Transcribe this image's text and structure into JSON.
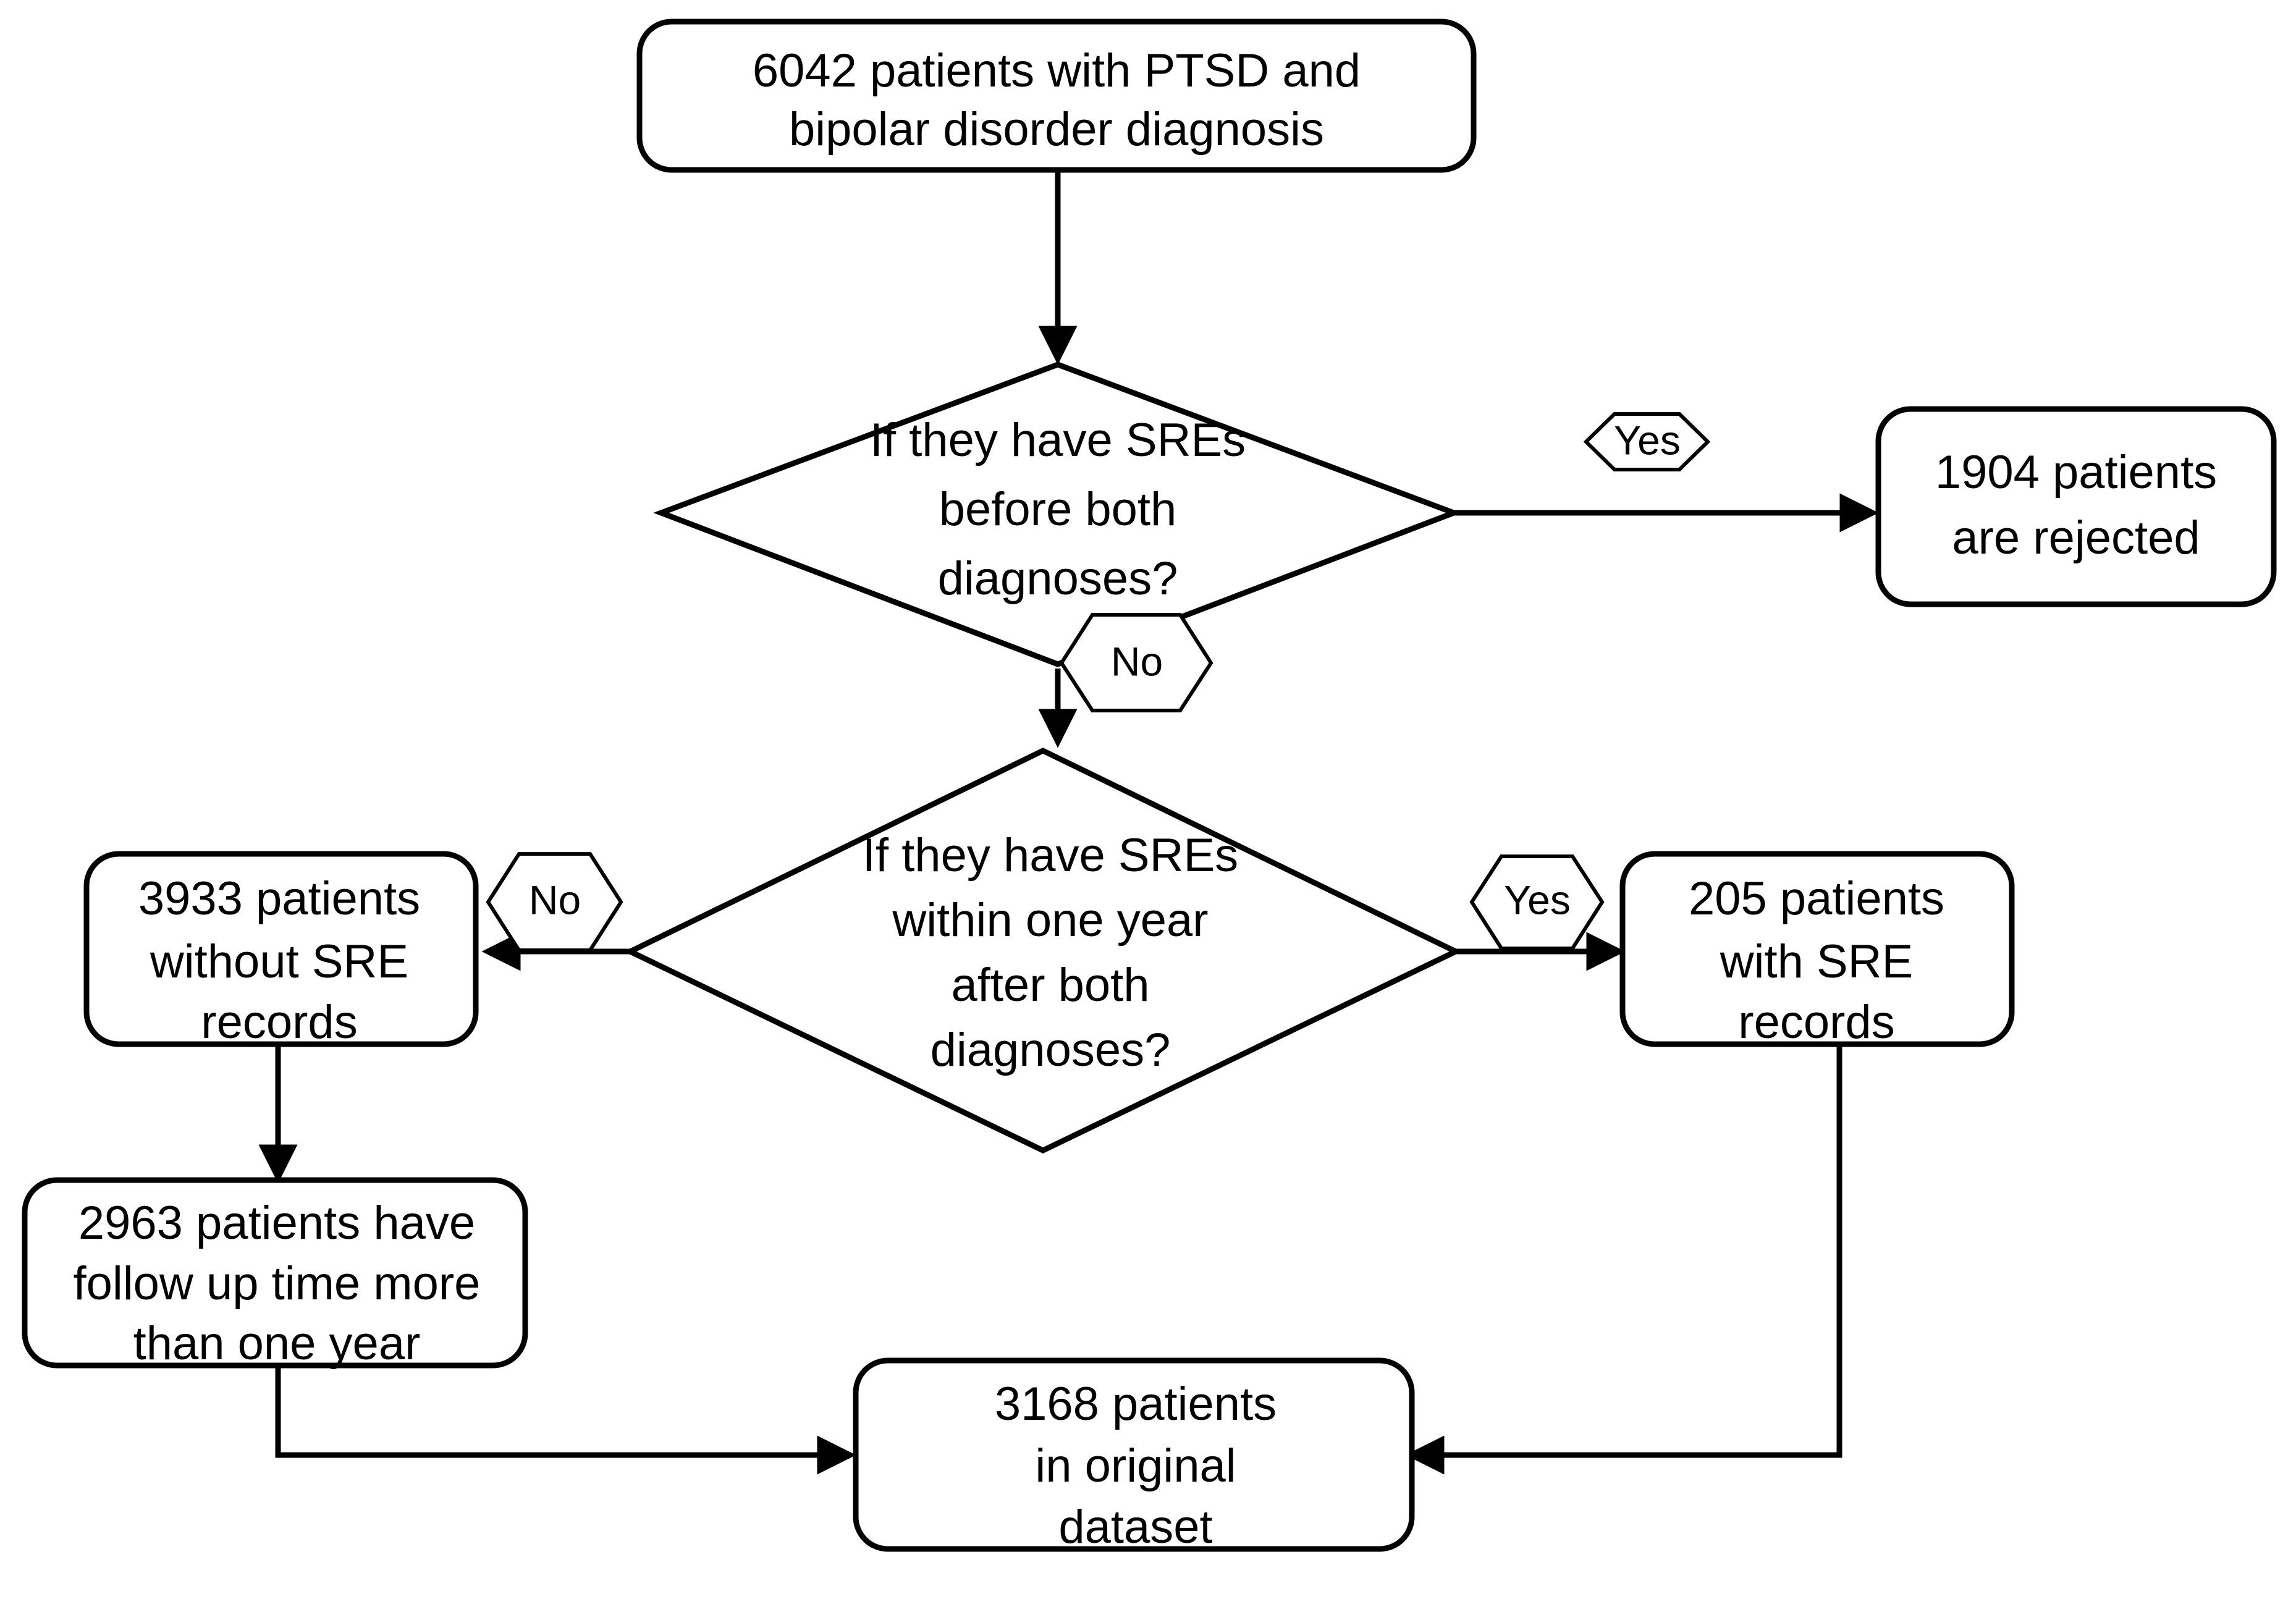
{
  "diagram": {
    "title": "Patient cohort selection flowchart",
    "type": "flowchart",
    "colors": {
      "stroke": "#000000",
      "fill": "#ffffff",
      "text": "#000000"
    },
    "nodes": {
      "cohort_start": {
        "shape": "rounded-rectangle",
        "lines": [
          "6042 patients with PTSD and",
          "bipolar disorder diagnosis"
        ]
      },
      "decision_sre_before": {
        "shape": "diamond",
        "lines": [
          "If they have SREs",
          "before both",
          "diagnoses?"
        ]
      },
      "rejected": {
        "shape": "rounded-rectangle",
        "lines": [
          "1904 patients",
          "are rejected"
        ]
      },
      "decision_sre_within_year": {
        "shape": "diamond",
        "lines": [
          "If they have SREs",
          "within one year",
          "after both",
          "diagnoses?"
        ]
      },
      "without_sre": {
        "shape": "rounded-rectangle",
        "lines": [
          "3933 patients",
          "without SRE",
          "records"
        ]
      },
      "with_sre": {
        "shape": "rounded-rectangle",
        "lines": [
          "205 patients",
          "with SRE",
          "records"
        ]
      },
      "followup": {
        "shape": "rounded-rectangle",
        "lines": [
          "2963 patients have",
          "follow up time more",
          "than one year"
        ]
      },
      "final_dataset": {
        "shape": "rounded-rectangle",
        "lines": [
          "3168 patients",
          "in original",
          "dataset"
        ]
      }
    },
    "edge_labels": {
      "yes_before": {
        "shape": "hexagon",
        "text": "Yes"
      },
      "no_before": {
        "shape": "hexagon",
        "text": "No"
      },
      "no_within_year": {
        "shape": "hexagon",
        "text": "No"
      },
      "yes_within_year": {
        "shape": "hexagon",
        "text": "Yes"
      }
    }
  },
  "chart_data": {
    "type": "flowchart",
    "title": "Patient cohort selection flowchart",
    "nodes": [
      {
        "id": "cohort_start",
        "label": "6042 patients with PTSD and bipolar disorder diagnosis",
        "shape": "rounded-rectangle",
        "count": 6042
      },
      {
        "id": "decision_sre_before",
        "label": "If they have SREs before both diagnoses?",
        "shape": "diamond"
      },
      {
        "id": "rejected",
        "label": "1904 patients are rejected",
        "shape": "rounded-rectangle",
        "count": 1904
      },
      {
        "id": "decision_sre_within_year",
        "label": "If they have SREs within one year after both diagnoses?",
        "shape": "diamond"
      },
      {
        "id": "without_sre",
        "label": "3933 patients without SRE records",
        "shape": "rounded-rectangle",
        "count": 3933
      },
      {
        "id": "with_sre",
        "label": "205 patients with SRE records",
        "shape": "rounded-rectangle",
        "count": 205
      },
      {
        "id": "followup",
        "label": "2963 patients have follow up time more than one year",
        "shape": "rounded-rectangle",
        "count": 2963
      },
      {
        "id": "final_dataset",
        "label": "3168 patients in original dataset",
        "shape": "rounded-rectangle",
        "count": 3168
      }
    ],
    "edges": [
      {
        "from": "cohort_start",
        "to": "decision_sre_before",
        "label": ""
      },
      {
        "from": "decision_sre_before",
        "to": "rejected",
        "label": "Yes"
      },
      {
        "from": "decision_sre_before",
        "to": "decision_sre_within_year",
        "label": "No"
      },
      {
        "from": "decision_sre_within_year",
        "to": "without_sre",
        "label": "No"
      },
      {
        "from": "decision_sre_within_year",
        "to": "with_sre",
        "label": "Yes"
      },
      {
        "from": "without_sre",
        "to": "followup",
        "label": ""
      },
      {
        "from": "followup",
        "to": "final_dataset",
        "label": ""
      },
      {
        "from": "with_sre",
        "to": "final_dataset",
        "label": ""
      }
    ]
  }
}
